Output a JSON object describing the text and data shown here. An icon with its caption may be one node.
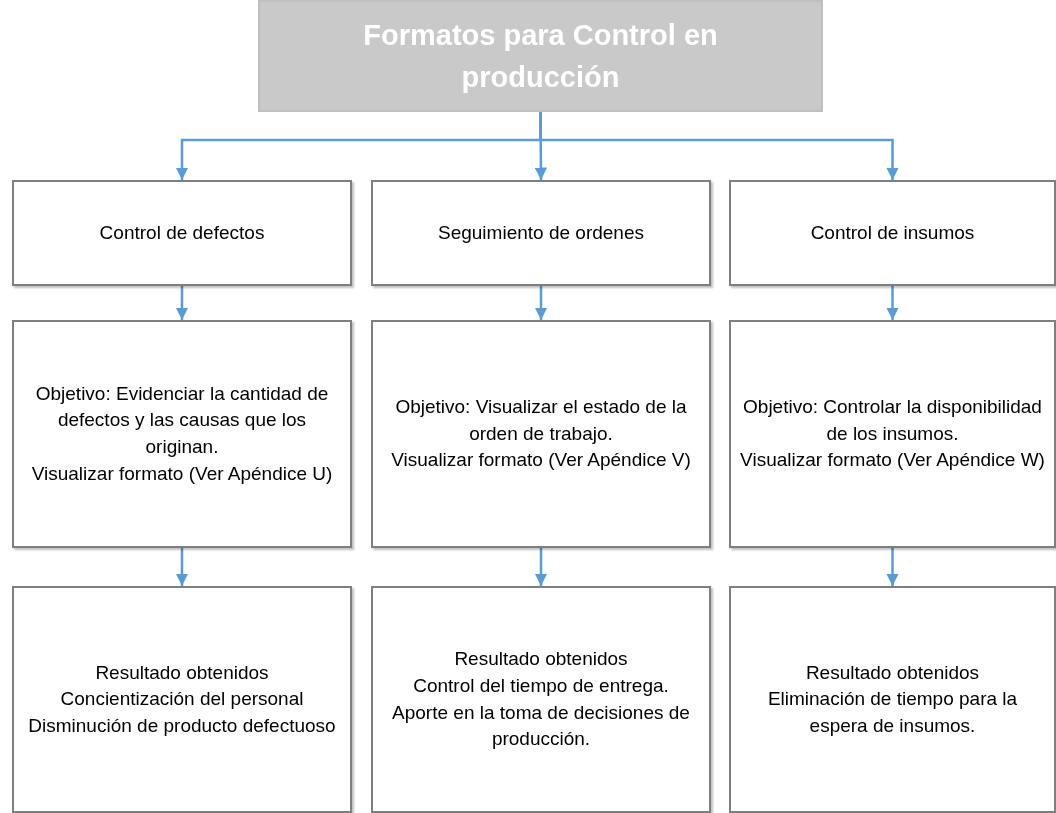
{
  "diagram": {
    "nodes": [
      {
        "text": [
          "Formatos para Control en producción"
        ]
      },
      {
        "text": [
          "Control de defectos"
        ]
      },
      {
        "text": [
          "Seguimiento de ordenes"
        ]
      },
      {
        "text": [
          "Control de insumos"
        ]
      },
      {
        "text": [
          "Objetivo: Evidenciar la cantidad de defectos y las causas que los originan.",
          "Visualizar formato (Ver Apéndice U)"
        ]
      },
      {
        "text": [
          "Objetivo: Visualizar el estado de la orden de trabajo.",
          "Visualizar formato (Ver Apéndice V)"
        ]
      },
      {
        "text": [
          "Objetivo: Controlar la disponibilidad de los insumos.",
          "Visualizar formato (Ver Apéndice W)"
        ]
      },
      {
        "text": [
          "Resultado obtenidos",
          "Concientización del personal",
          "Disminución de producto defectuoso"
        ]
      },
      {
        "text": [
          "Resultado obtenidos",
          "Control del tiempo de entrega.",
          "Aporte en la toma de decisiones de producción."
        ]
      },
      {
        "text": [
          "Resultado obtenidos",
          "Eliminación de tiempo para la espera de insumos."
        ]
      }
    ],
    "edges": [
      {
        "from": 0,
        "to": 1,
        "arrow": "to"
      },
      {
        "from": 0,
        "to": 2,
        "arrow": "to"
      },
      {
        "from": 0,
        "to": 3,
        "arrow": "to"
      },
      {
        "from": 1,
        "to": 4,
        "arrow": "to"
      },
      {
        "from": 2,
        "to": 5,
        "arrow": "to"
      },
      {
        "from": 3,
        "to": 6,
        "arrow": "to"
      },
      {
        "from": 4,
        "to": 7,
        "arrow": "to"
      },
      {
        "from": 5,
        "to": 8,
        "arrow": "to"
      },
      {
        "from": 6,
        "to": 9,
        "arrow": "to"
      }
    ]
  }
}
